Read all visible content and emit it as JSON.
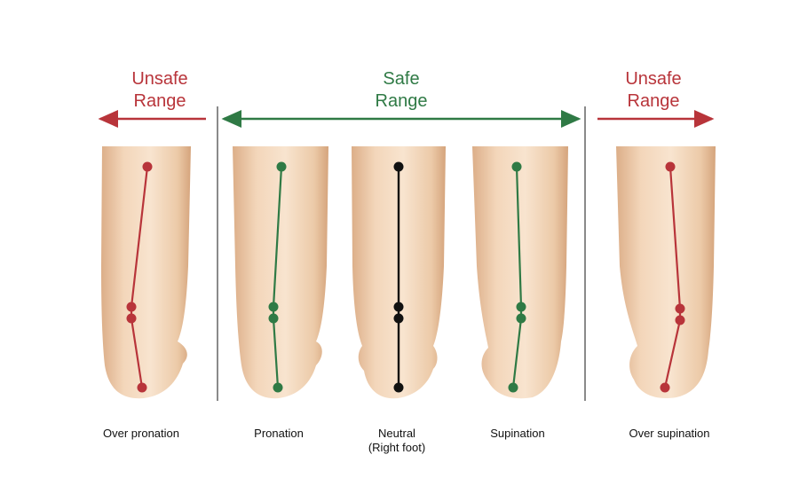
{
  "colors": {
    "unsafe": "#b8343a",
    "safe": "#2f7a45",
    "neutral": "#111111",
    "divider": "#8a8a8a",
    "skin_light": "#f7e0c8",
    "skin_mid": "#eac6a2",
    "skin_dark": "#d9aa82"
  },
  "headers": {
    "unsafe_left": [
      "Unsafe",
      "Range"
    ],
    "safe": [
      "Safe",
      "Range"
    ],
    "unsafe_right": [
      "Unsafe",
      "Range"
    ]
  },
  "feet": [
    {
      "id": "over-pronation",
      "label": "Over pronation",
      "range": "unsafe",
      "tilt": "strong-in"
    },
    {
      "id": "pronation",
      "label": "Pronation",
      "range": "safe",
      "tilt": "mild-in"
    },
    {
      "id": "neutral",
      "label": "Neutral",
      "sublabel": "(Right foot)",
      "range": "neutral",
      "tilt": "none"
    },
    {
      "id": "supination",
      "label": "Supination",
      "range": "safe",
      "tilt": "mild-out"
    },
    {
      "id": "over-supination",
      "label": "Over supination",
      "range": "unsafe",
      "tilt": "strong-out"
    }
  ]
}
